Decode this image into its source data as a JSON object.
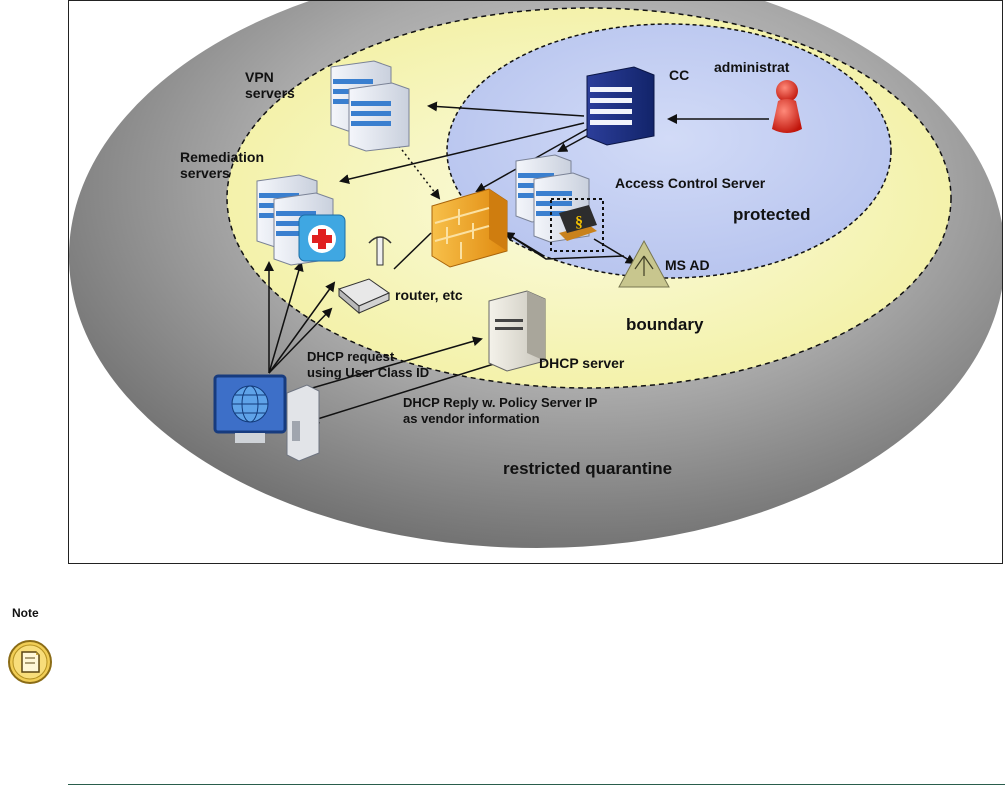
{
  "diagram": {
    "zones": {
      "outer": "restricted quarantine",
      "middle": "boundary",
      "inner": "protected"
    },
    "nodes": {
      "vpn": "VPN\nservers",
      "remediation": "Remediation\nservers",
      "cc": "CC",
      "admin": "administrat",
      "acs": "Access Control Server",
      "msad": "MS AD",
      "router": "router, etc",
      "dhcp_server": "DHCP server"
    },
    "edges": {
      "dhcp_request": "DHCP request\nusing User Class ID",
      "dhcp_reply": "DHCP Reply w. Policy Server IP\nas vendor information"
    }
  },
  "note": {
    "label": "Note"
  },
  "colors": {
    "outer_zone": "#8c8c8c",
    "middle_zone": "#f6f5b4",
    "inner_zone": "#c3cef2",
    "firewall": "#f2a52a",
    "admin_figure": "#d8261a",
    "server_stripe": "#3a7fcf"
  }
}
